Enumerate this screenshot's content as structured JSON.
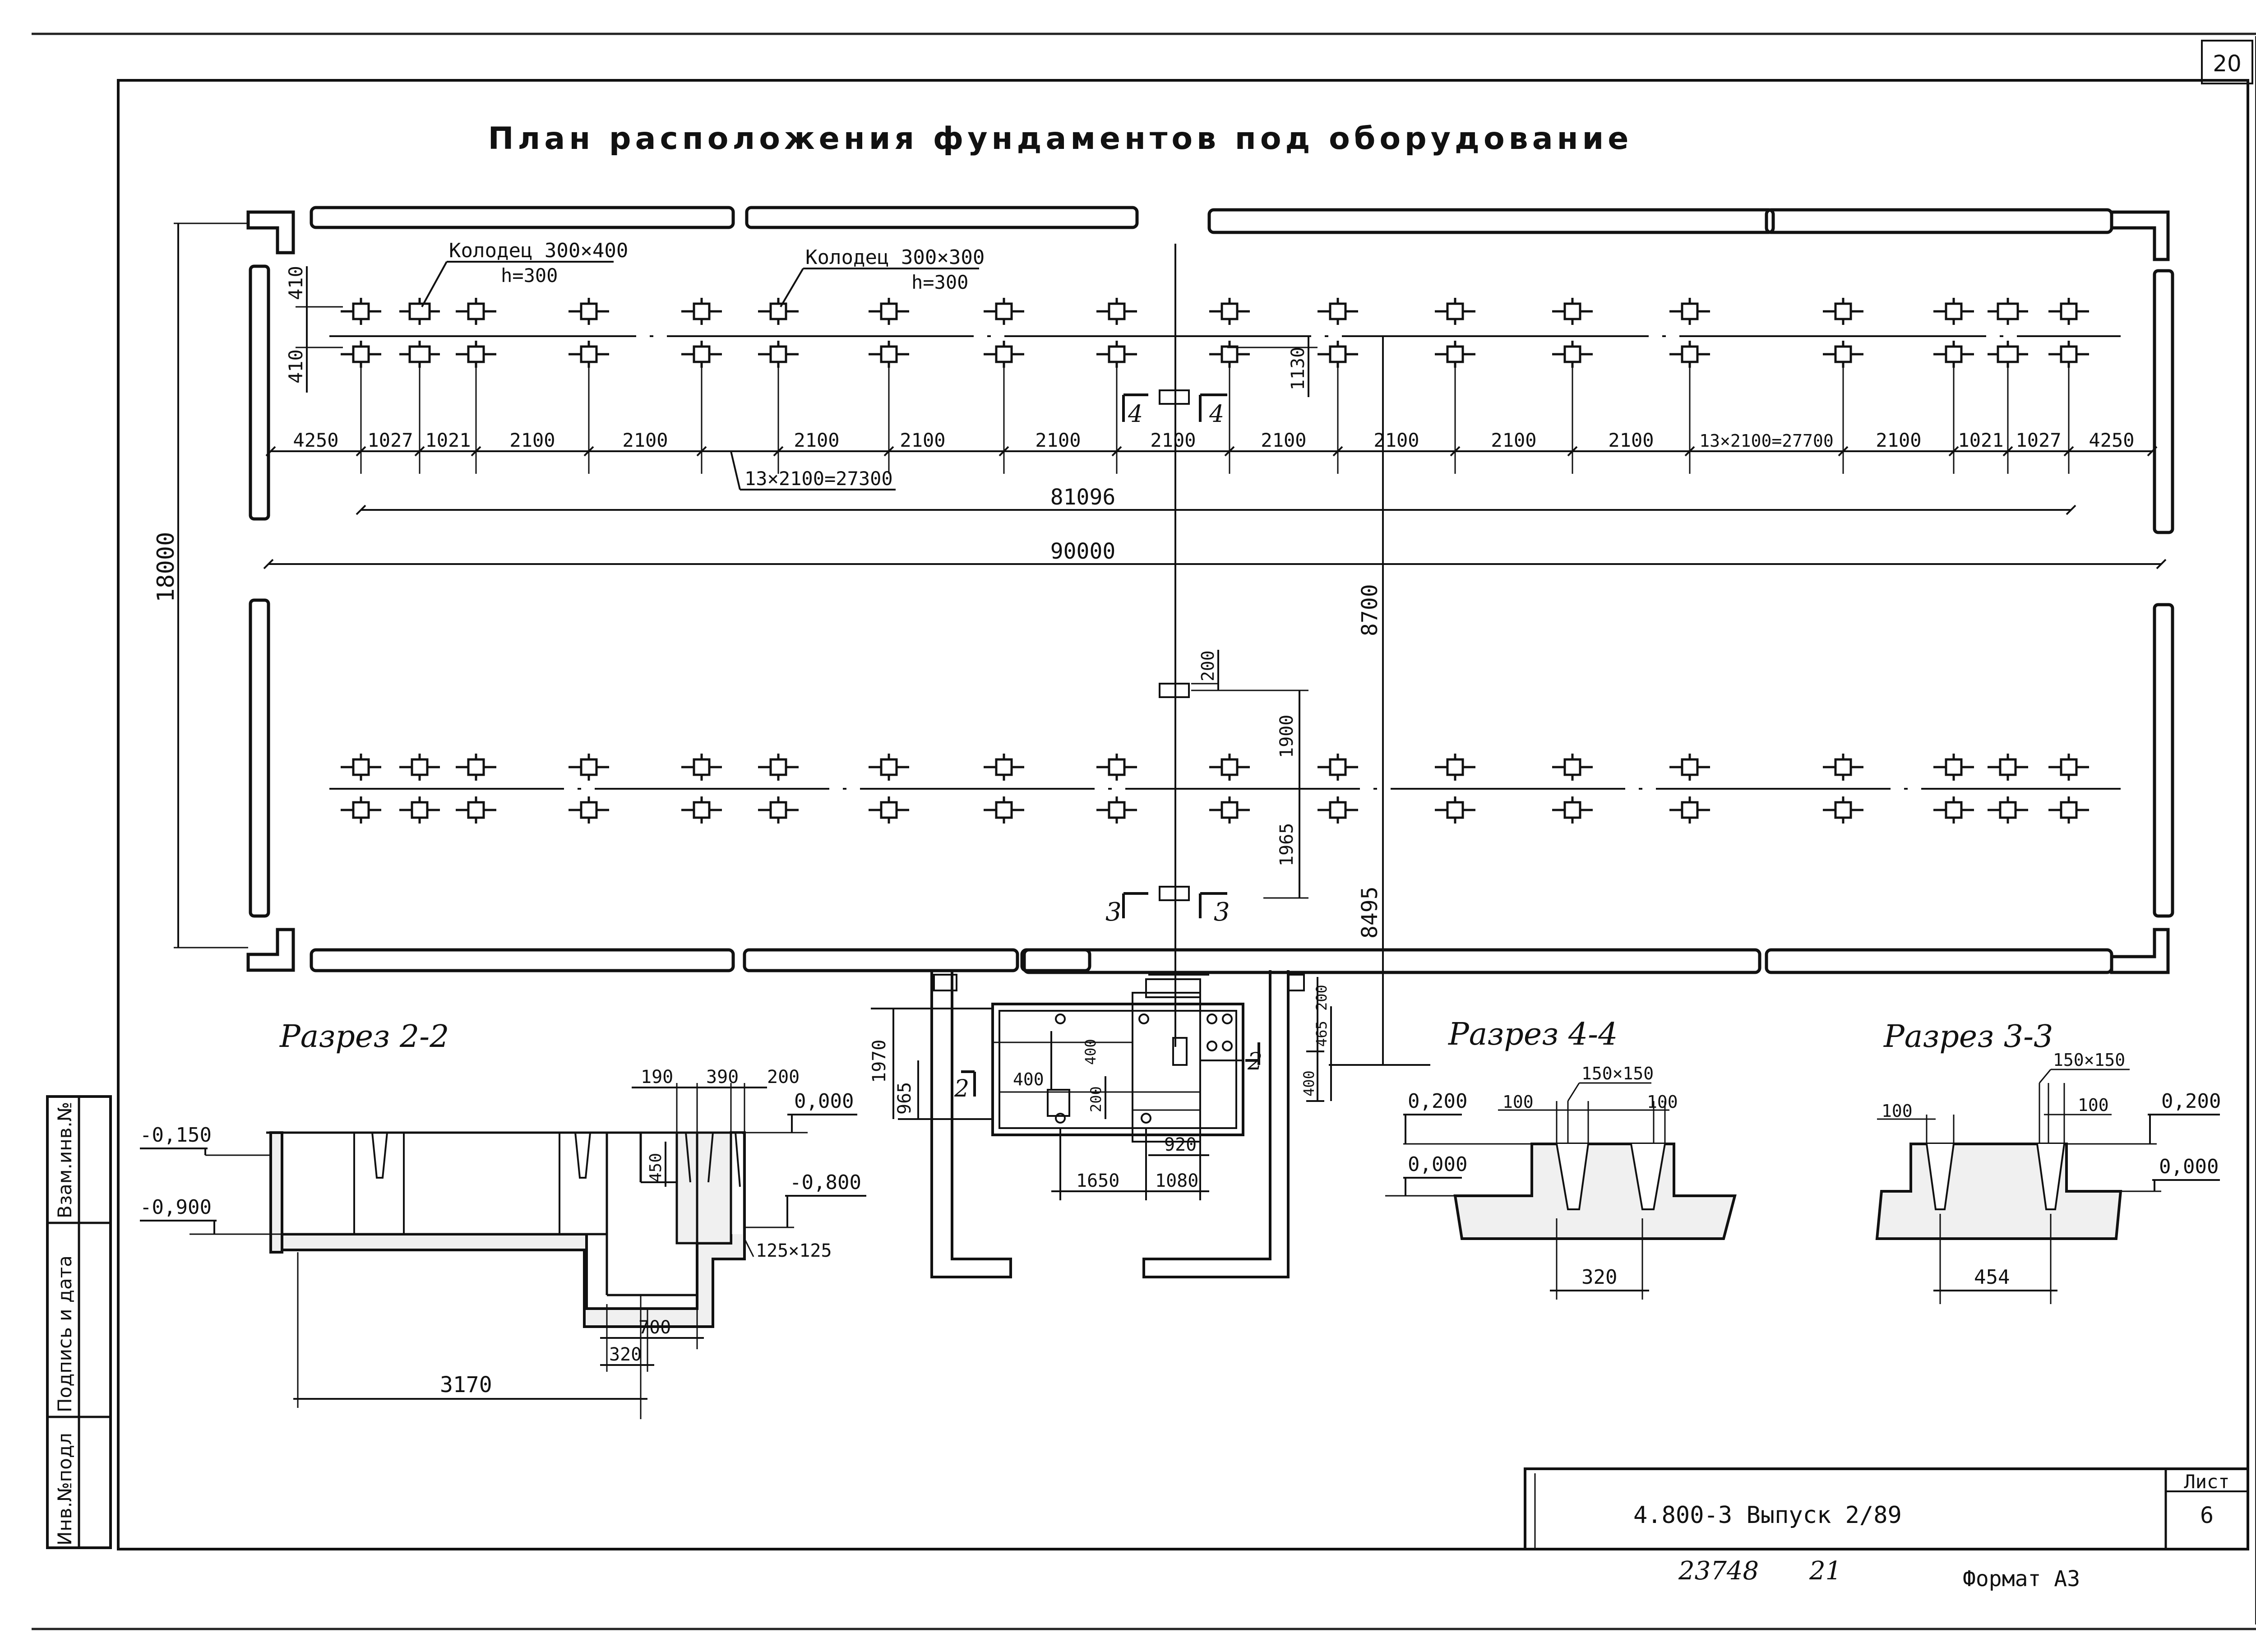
{
  "sheet": {
    "page_number": "20",
    "title": "План расположения фундаментов под оборудование",
    "stamp_doc": "4.800-3 Выпуск 2/89",
    "stamp_sheet_label": "Лист",
    "stamp_sheet_no": "6",
    "footer_number": "23748",
    "footer_number2": "21",
    "format": "Формат А3",
    "side_labels": [
      "Взам.инв.№",
      "Подпись и дата",
      "Инв.№подл"
    ]
  },
  "plan": {
    "well_1": "Колодец 300×400",
    "well_1_h": "h=300",
    "well_2": "Колодец 300×300",
    "well_2_h": "h=300",
    "dim_410_a": "410",
    "dim_410_b": "410",
    "dim_1130": "1130",
    "dims_row": [
      "4250",
      "1027",
      "1021",
      "2100",
      "2100",
      "2100",
      "2100",
      "2100",
      "2100",
      "2100",
      "2100",
      "2100",
      "2100",
      "13×2100=27700",
      "2100",
      "1021",
      "1027",
      "4250"
    ],
    "dim_13x2100": "13×2100=27300",
    "dim_81096": "81096",
    "dim_90000": "90000",
    "dim_18000": "18000",
    "dim_8700": "8700",
    "dim_8495": "8495",
    "dim_200": "200",
    "dim_1900": "1900",
    "dim_1965": "1965",
    "cut_4": "4",
    "cut_3": "3",
    "cut_2": "2"
  },
  "detail": {
    "dim_1970": "1970",
    "dim_965": "965",
    "dim_400_a": "400",
    "dim_400_b": "400",
    "dim_200": "200",
    "dim_920": "920",
    "dim_1650": "1650",
    "dim_1080": "1080",
    "dim_200_r": "200",
    "dim_465": "465",
    "dim_400_r": "400"
  },
  "section_2_2": {
    "title": "Разрез 2-2",
    "lvl_m0150": "-0,150",
    "lvl_m0900": "-0,900",
    "lvl_0000": "0,000",
    "lvl_m0800": "-0,800",
    "dim_190": "190",
    "dim_390": "390",
    "dim_200": "200",
    "dim_450": "450",
    "dim_125": "125×125",
    "dim_700": "700",
    "dim_320": "320",
    "dim_3170": "3170"
  },
  "section_4_4": {
    "title": "Разрез 4-4",
    "lvl_0200": "0,200",
    "lvl_0000": "0,000",
    "dim_100_a": "100",
    "dim_150": "150×150",
    "dim_100_b": "100",
    "dim_320": "320"
  },
  "section_3_3": {
    "title": "Разрез 3-3",
    "dim_100_a": "100",
    "dim_150": "150×150",
    "dim_100_b": "100",
    "lvl_0200": "0,200",
    "lvl_0000": "0,000",
    "dim_454": "454"
  }
}
